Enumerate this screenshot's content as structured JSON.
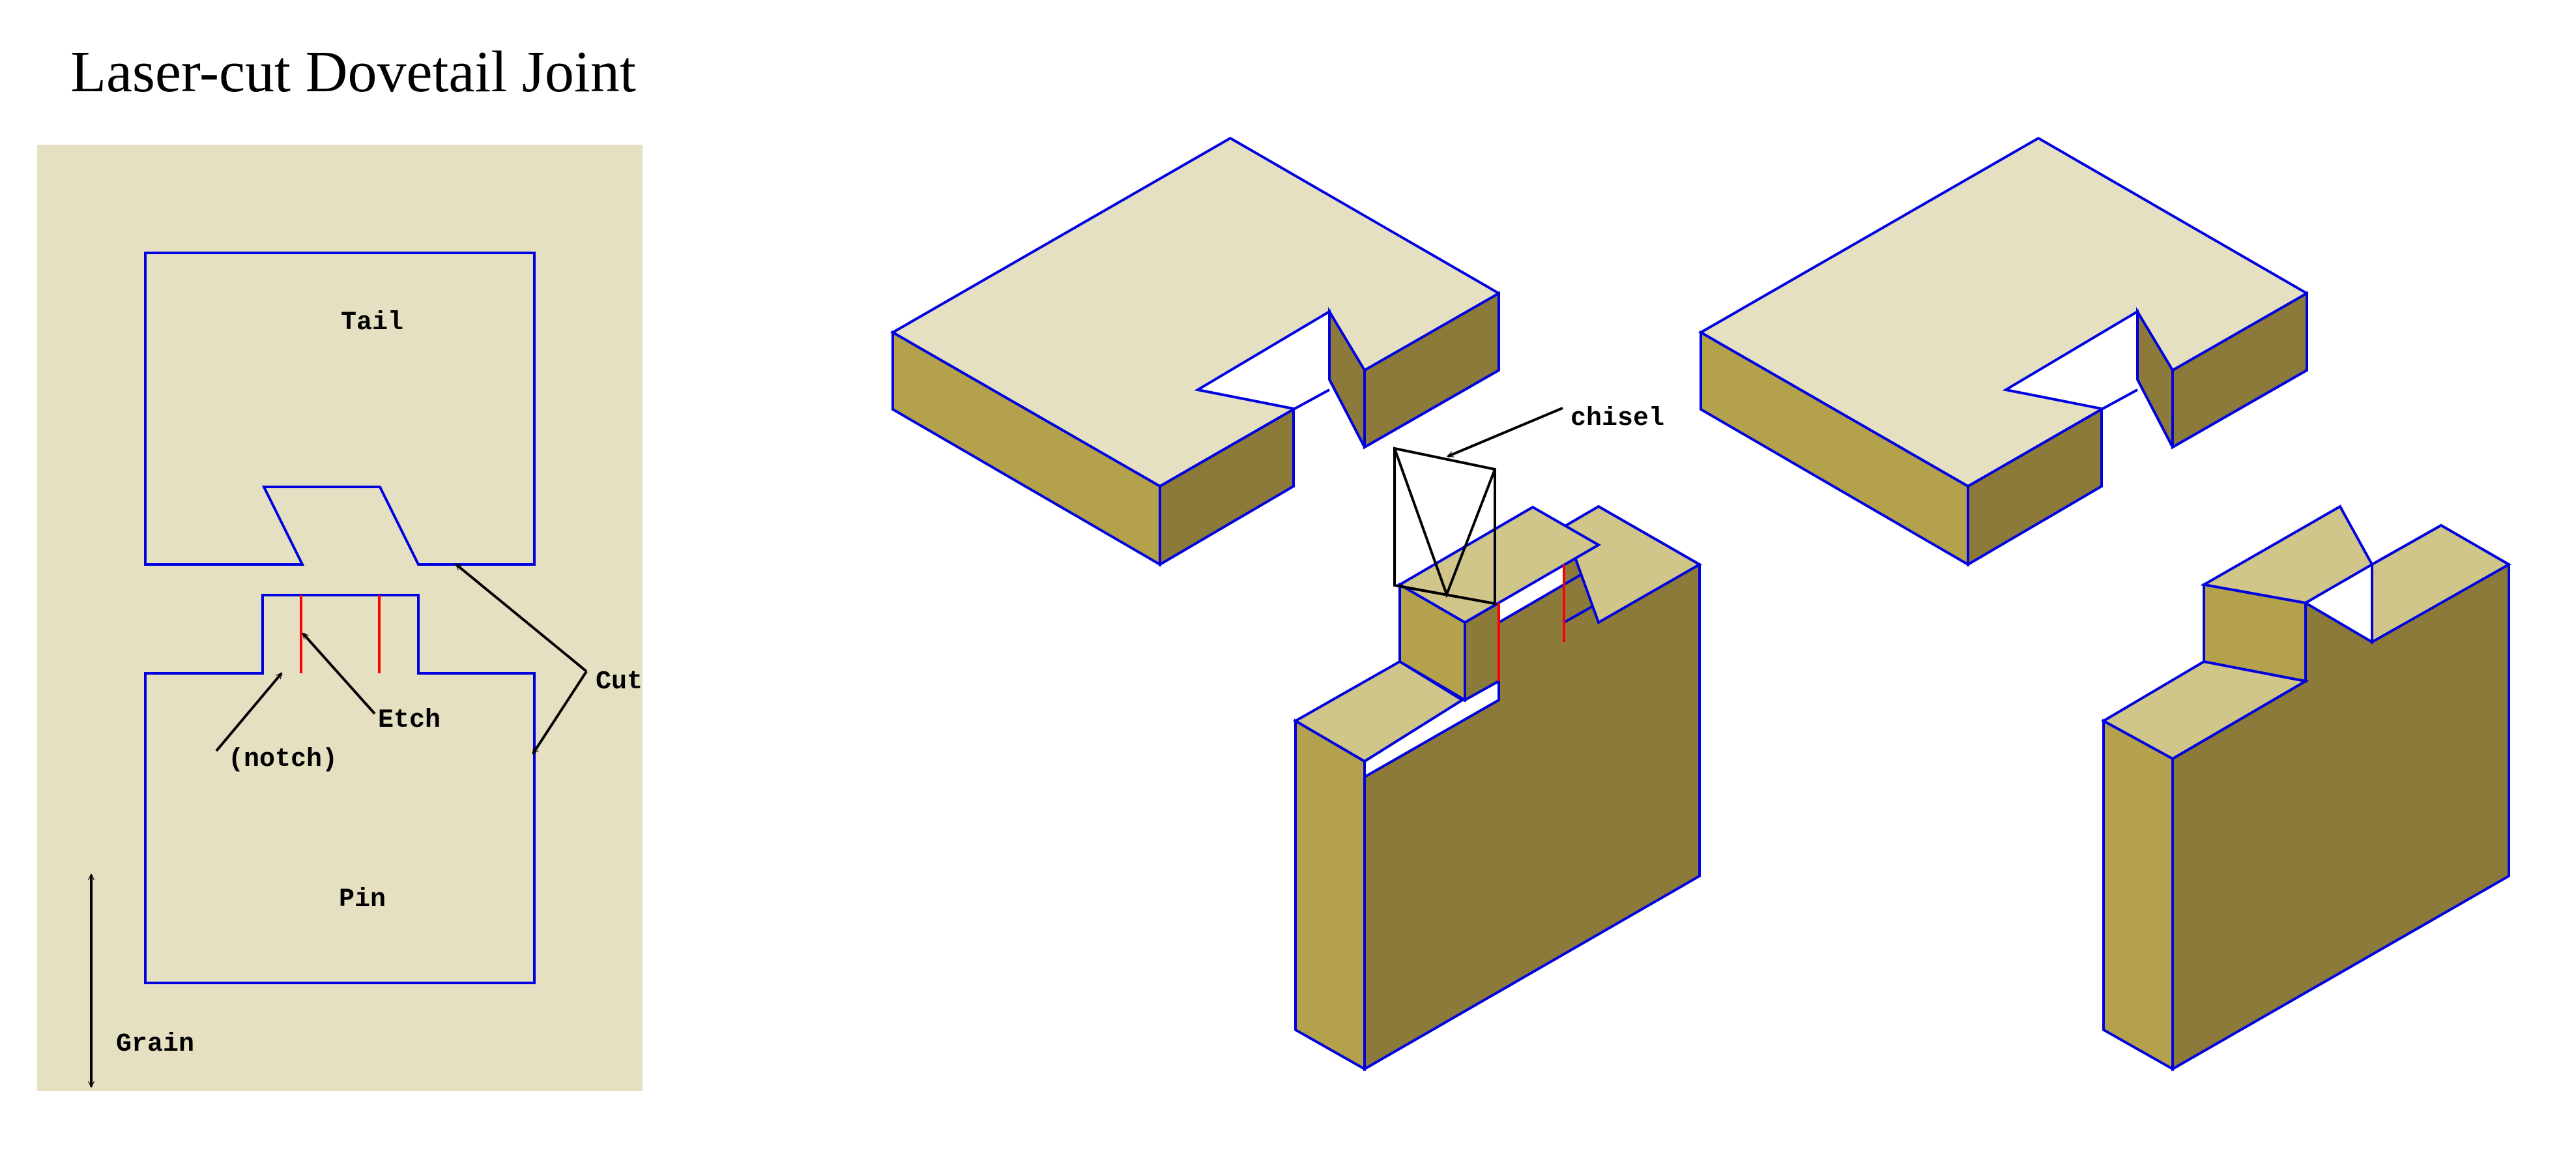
{
  "title": "Laser-cut Dovetail Joint",
  "labels": {
    "tail": "Tail",
    "pin": "Pin",
    "cut": "Cut",
    "etch": "Etch",
    "notch": "(notch)",
    "grain": "Grain",
    "chisel": "chisel"
  },
  "colors": {
    "board": "#e6e0c3",
    "cut_line": "#0000e0",
    "etch_line": "#ff0000",
    "wood_top": "#e6e0c3",
    "wood_left": "#b3a24b",
    "wood_right": "#8b7a3a"
  }
}
